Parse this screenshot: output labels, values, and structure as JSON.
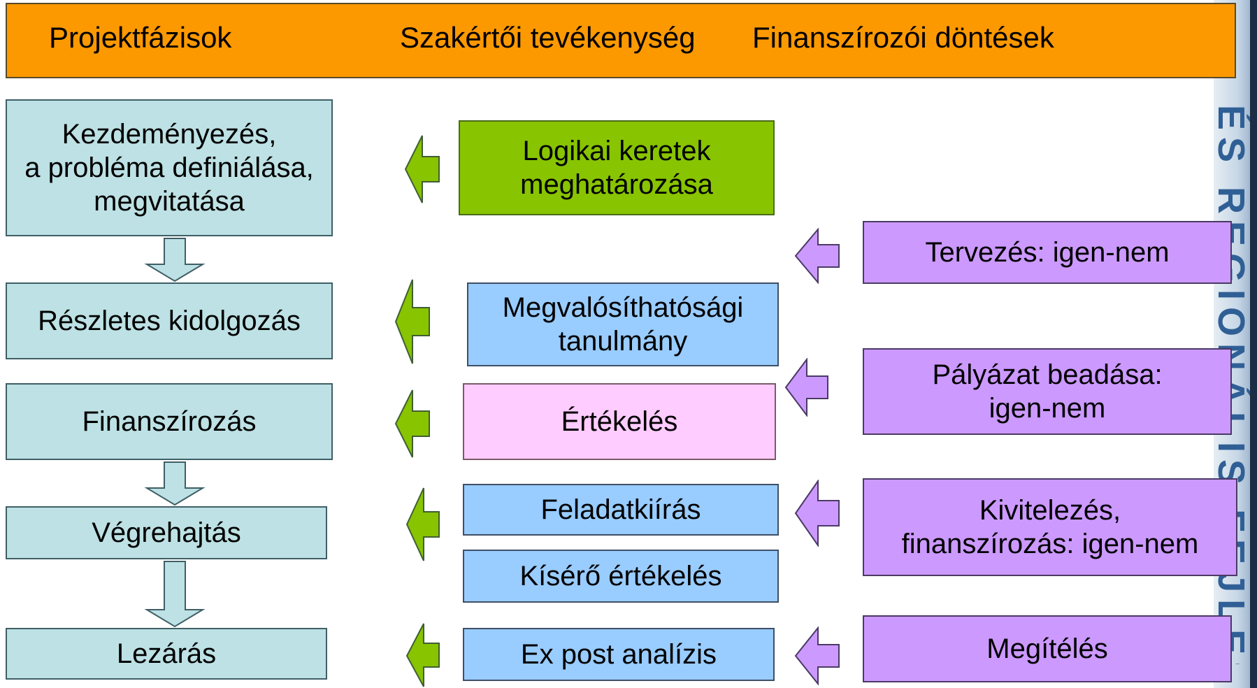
{
  "header": {
    "col1": "Projektfázisok",
    "col2": "Szakértői tevékenység",
    "col3": "Finanszírozói döntések"
  },
  "phases": [
    "Kezdeményezés,\na probléma definiálása,\nmegvitatása",
    "Részletes kidolgozás",
    "Finanszírozás",
    "Végrehajtás",
    "Lezárás"
  ],
  "expert": [
    "Logikai keretek\nmeghatározása",
    "Megvalósíthatósági\ntanulmány",
    "Értékelés",
    "Feladatkiírás",
    "Kísérő értékelés",
    "Ex post analízis"
  ],
  "decisions": [
    "Tervezés: igen-nem",
    "Pályázat beadása:\nigen-nem",
    "Kivitelezés,\nfinanszírozás: igen-nem",
    "Megítélés"
  ],
  "background_watermark": "ÉS REGIONÁLIS FEJLESZTÉSI",
  "colors": {
    "header": "#fd9900",
    "phase": "#bde1e4",
    "green": "#88c400",
    "blue": "#99ccff",
    "pink": "#ffccff",
    "violet": "#cc99ff"
  }
}
